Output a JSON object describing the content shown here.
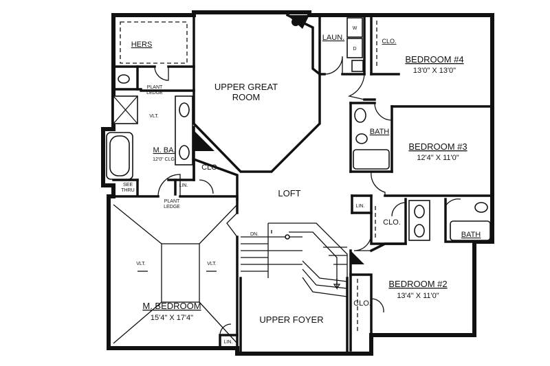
{
  "rooms": {
    "upper_great_room": {
      "line1": "UPPER GREAT",
      "line2": "ROOM"
    },
    "bedroom4": {
      "name": "BEDROOM #4",
      "dims": "13'0\" X 13'0\""
    },
    "bedroom3": {
      "name": "BEDROOM #3",
      "dims": "12'4\" X 11'0\""
    },
    "bedroom2": {
      "name": "BEDROOM #2",
      "dims": "13'4\" X 11'0\""
    },
    "master_bedroom": {
      "name": "M. BEDROOM",
      "dims": "15'4\" X 17'4\""
    },
    "master_bath": {
      "name": "M. BA.",
      "ceiling": "12'0\" CLG."
    },
    "loft": {
      "name": "LOFT"
    },
    "upper_foyer": {
      "name": "UPPER FOYER"
    },
    "laundry": {
      "name": "LAUN."
    },
    "hers": {
      "name": "HERS"
    },
    "bath_center": {
      "name": "BATH"
    },
    "bath_right": {
      "name": "BATH"
    }
  },
  "closets": {
    "clo_b4": "CLO.",
    "clo_center": "CLO.",
    "clo_b3": "CLO.",
    "clo_b2": "CLO."
  },
  "small_labels": {
    "plant_ledge_top_1": "PLANT",
    "plant_ledge_top_2": "LEDGE",
    "plant_ledge_bottom_1": "PLANT",
    "plant_ledge_bottom_2": "LEDGE",
    "see_thru_1": "SEE",
    "see_thru_2": "THRU",
    "lin_mba": "LIN.",
    "lin_hall": "LIN.",
    "lin_mbed": "LIN.",
    "vlt_mba": "VLT.",
    "vlt_left": "VLT.",
    "vlt_right": "VLT.",
    "stair_dn": "DN.",
    "laun_w": "W",
    "laun_d": "D"
  }
}
